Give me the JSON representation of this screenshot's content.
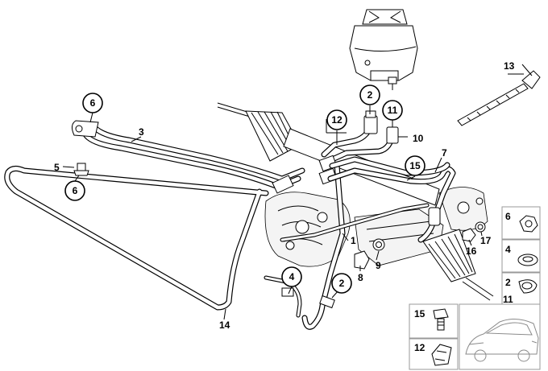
{
  "callouts": {
    "c1": "1",
    "c2a": "2",
    "c2b": "2",
    "c3": "3",
    "c4": "4",
    "c5": "5",
    "c6a": "6",
    "c6b": "6",
    "c7": "7",
    "c8": "8",
    "c9": "9",
    "c10": "10",
    "c11": "11",
    "c12": "12",
    "c13": "13",
    "c14": "14",
    "c15": "15",
    "c16": "16",
    "c17": "17"
  },
  "legend": {
    "r1": "6",
    "r2": "4",
    "r3a": "2",
    "r3b": "11",
    "r4": "15",
    "r5": "12"
  }
}
